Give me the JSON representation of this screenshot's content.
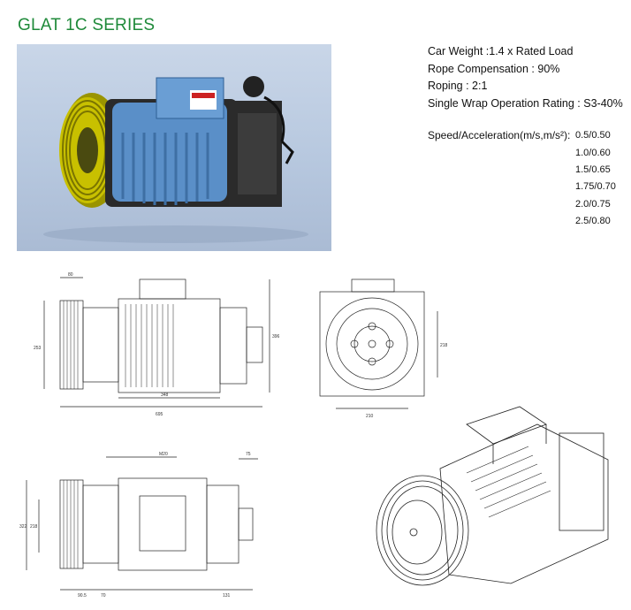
{
  "page": {
    "title": "GLAT 1C SERIES"
  },
  "specs": [
    "Car Weight :1.4 x Rated Load",
    "Rope Compensation : 90%",
    "Roping : 2:1",
    "Single Wrap Operation Rating : S3-40%"
  ],
  "speed": {
    "label": "Speed/Acceleration(m/s,m/s²):",
    "values": [
      "0.5/0.50",
      "1.0/0.60",
      "1.5/0.65",
      "1.75/0.70",
      "2.0/0.75",
      "2.5/0.80"
    ]
  },
  "drawing_dims": {
    "top_width": "80",
    "side_height": "253",
    "body_length": "348",
    "overall_length": "695",
    "total_height": "396",
    "front_height": "218",
    "front_width": "210",
    "bolt": "M20",
    "right_flange": "75",
    "lower_height": "322",
    "lower_inner": "218",
    "base_left": "90.5",
    "base_mid": "70",
    "base_right": "131"
  },
  "colors": {
    "title": "#1f8a3a",
    "motor_blue": "#5a8fc8",
    "pulley_yellow": "#c8c000",
    "photo_bg": "#b7c8df"
  }
}
